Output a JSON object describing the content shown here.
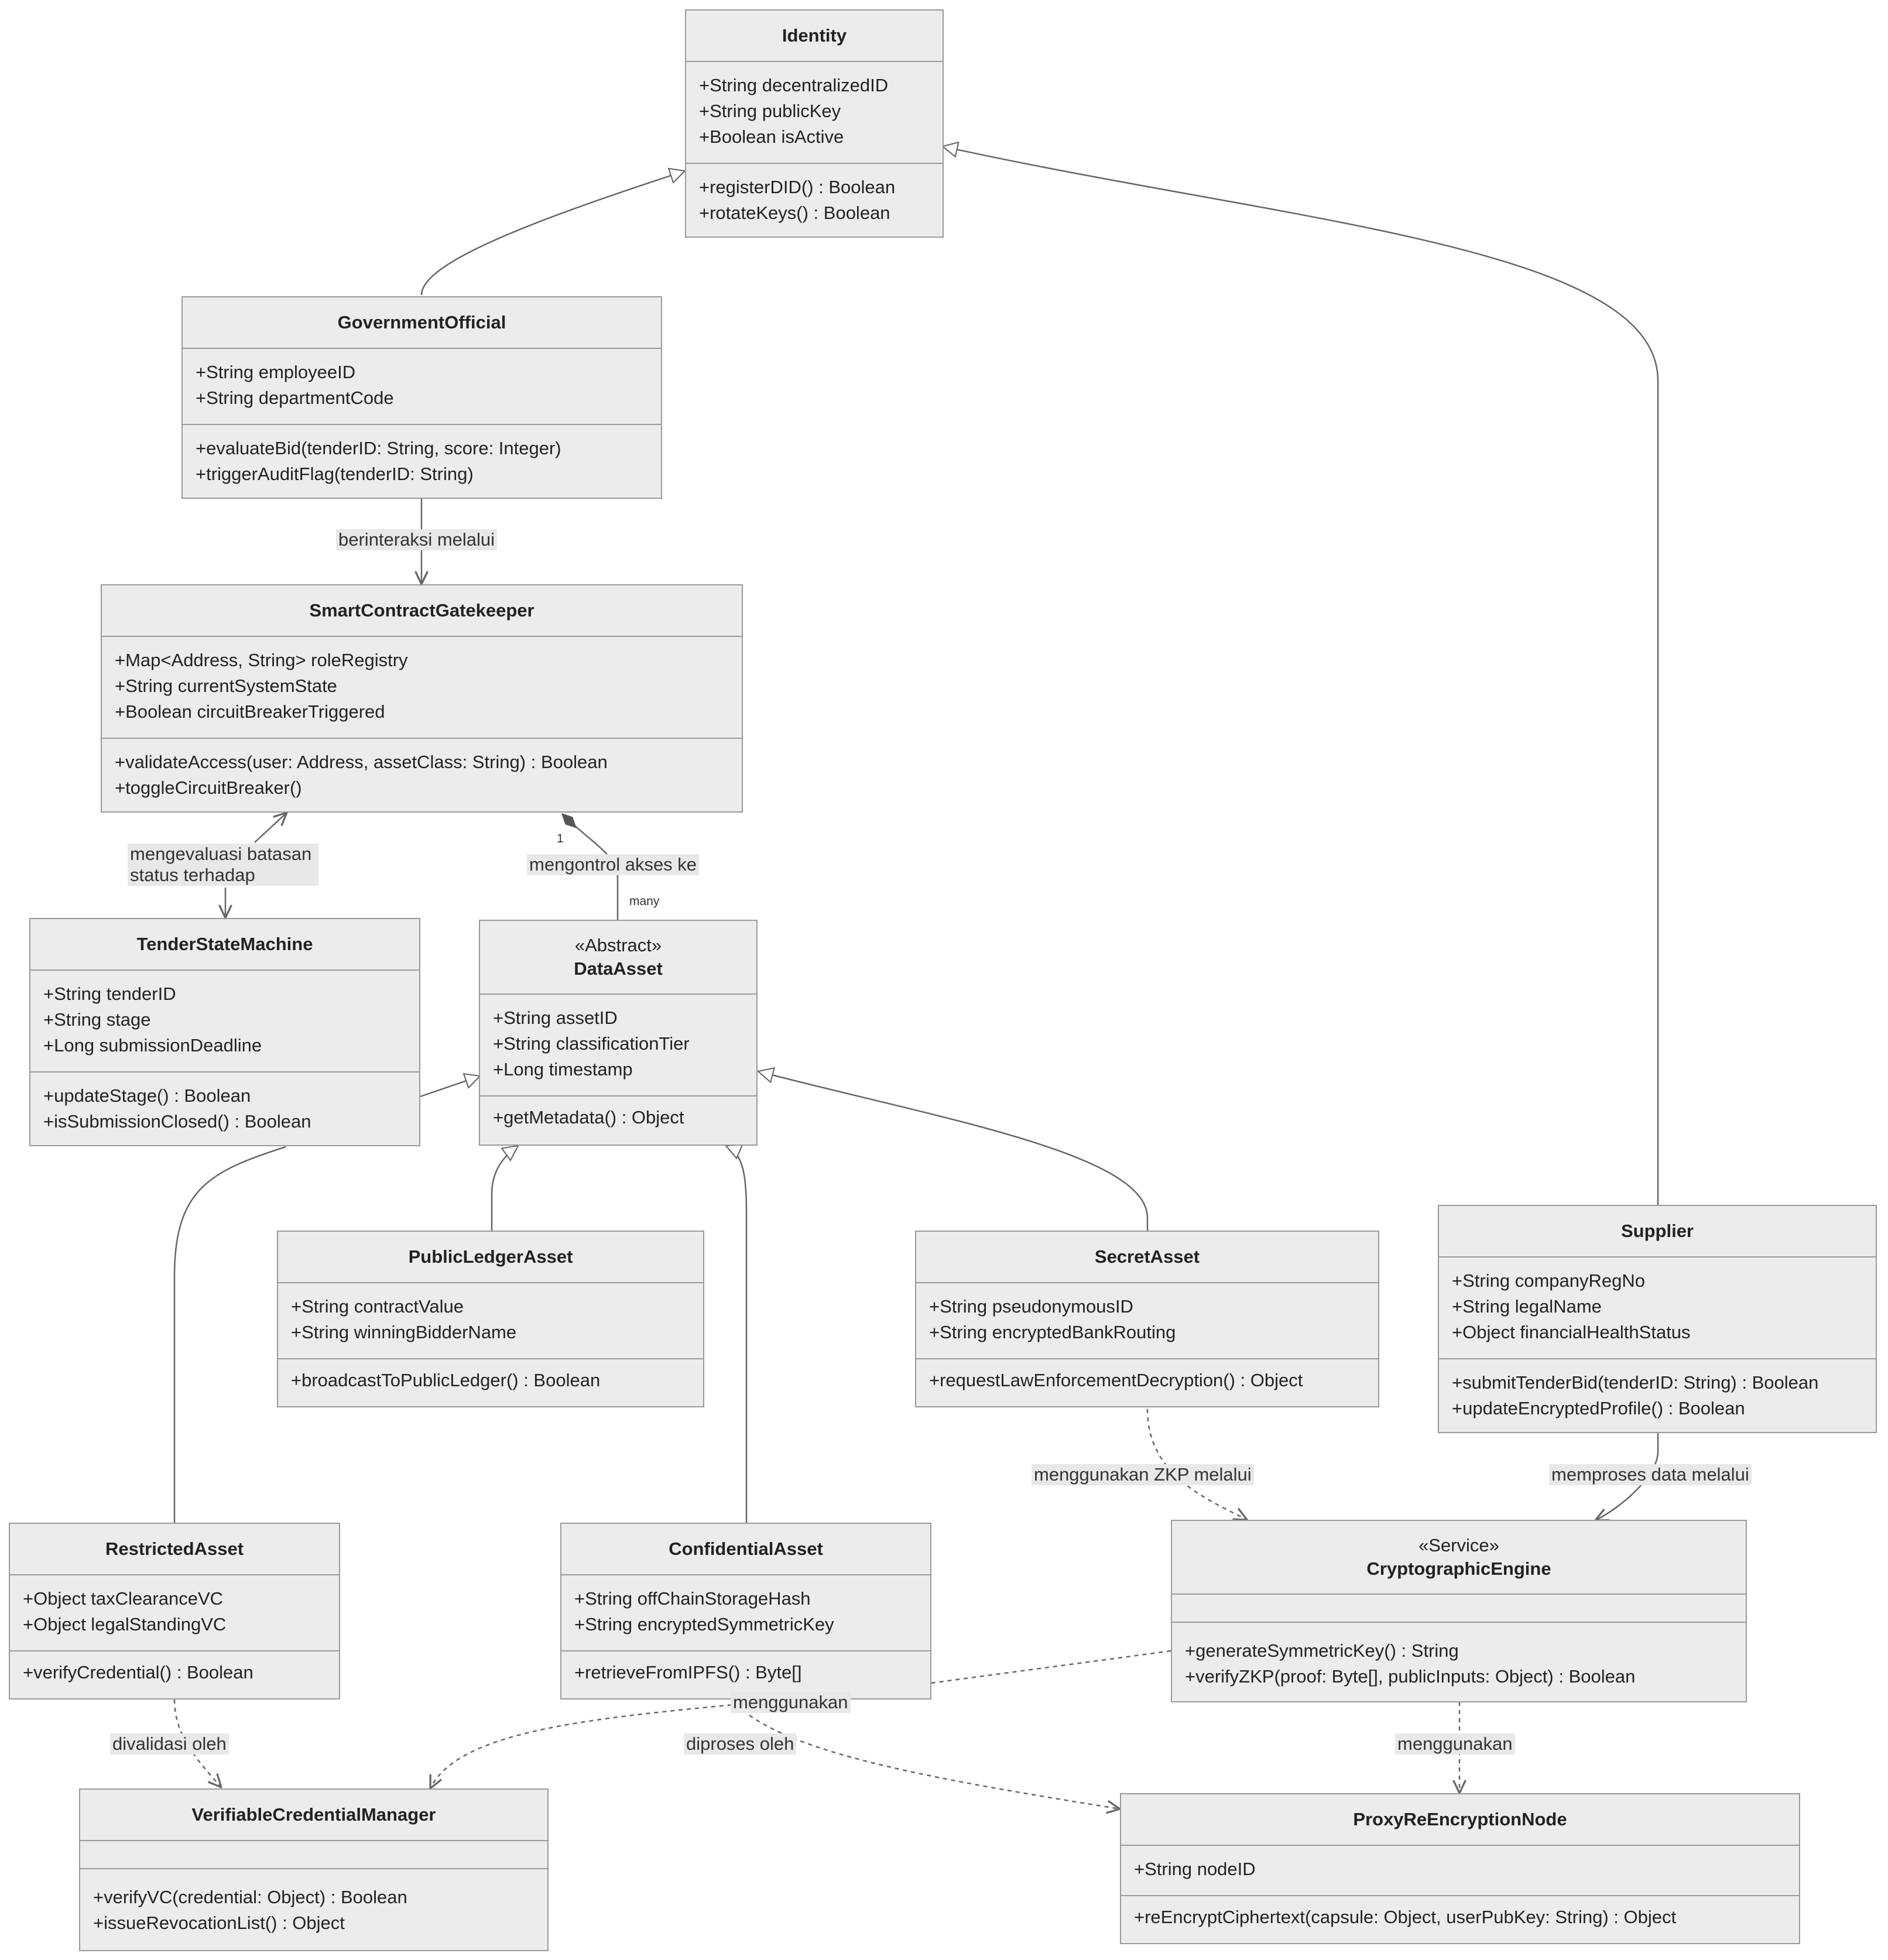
{
  "classes": {
    "identity": {
      "name": "Identity",
      "attributes": [
        "+String decentralizedID",
        "+String publicKey",
        "+Boolean isActive"
      ],
      "methods": [
        "+registerDID() : Boolean",
        "+rotateKeys() : Boolean"
      ]
    },
    "government_official": {
      "name": "GovernmentOfficial",
      "attributes": [
        "+String employeeID",
        "+String departmentCode"
      ],
      "methods": [
        "+evaluateBid(tenderID: String, score: Integer)",
        "+triggerAuditFlag(tenderID: String)"
      ]
    },
    "smart_contract_gatekeeper": {
      "name": "SmartContractGatekeeper",
      "attributes": [
        "+Map<Address, String> roleRegistry",
        "+String currentSystemState",
        "+Boolean circuitBreakerTriggered"
      ],
      "methods": [
        "+validateAccess(user: Address, assetClass: String) : Boolean",
        "+toggleCircuitBreaker()"
      ]
    },
    "tender_state_machine": {
      "name": "TenderStateMachine",
      "attributes": [
        "+String tenderID",
        "+String stage",
        "+Long submissionDeadline"
      ],
      "methods": [
        "+updateStage() : Boolean",
        "+isSubmissionClosed() : Boolean"
      ]
    },
    "data_asset": {
      "stereotype": "«Abstract»",
      "name": "DataAsset",
      "attributes": [
        "+String assetID",
        "+String classificationTier",
        "+Long timestamp"
      ],
      "methods": [
        "+getMetadata() : Object"
      ]
    },
    "public_ledger_asset": {
      "name": "PublicLedgerAsset",
      "attributes": [
        "+String contractValue",
        "+String winningBidderName"
      ],
      "methods": [
        "+broadcastToPublicLedger() : Boolean"
      ]
    },
    "secret_asset": {
      "name": "SecretAsset",
      "attributes": [
        "+String pseudonymousID",
        "+String encryptedBankRouting"
      ],
      "methods": [
        "+requestLawEnforcementDecryption() : Object"
      ]
    },
    "supplier": {
      "name": "Supplier",
      "attributes": [
        "+String companyRegNo",
        "+String legalName",
        "+Object financialHealthStatus"
      ],
      "methods": [
        "+submitTenderBid(tenderID: String) : Boolean",
        "+updateEncryptedProfile() : Boolean"
      ]
    },
    "restricted_asset": {
      "name": "RestrictedAsset",
      "attributes": [
        "+Object taxClearanceVC",
        "+Object legalStandingVC"
      ],
      "methods": [
        "+verifyCredential() : Boolean"
      ]
    },
    "confidential_asset": {
      "name": "ConfidentialAsset",
      "attributes": [
        "+String offChainStorageHash",
        "+String encryptedSymmetricKey"
      ],
      "methods": [
        "+retrieveFromIPFS() : Byte[]"
      ]
    },
    "cryptographic_engine": {
      "stereotype": "«Service»",
      "name": "CryptographicEngine",
      "attributes": [],
      "methods": [
        "+generateSymmetricKey() : String",
        "+verifyZKP(proof: Byte[], publicInputs: Object) : Boolean"
      ]
    },
    "verifiable_credential_manager": {
      "name": "VerifiableCredentialManager",
      "attributes": [],
      "methods": [
        "+verifyVC(credential: Object) : Boolean",
        "+issueRevocationList() : Object"
      ]
    },
    "proxy_reencryption_node": {
      "name": "ProxyReEncryptionNode",
      "attributes": [
        "+String nodeID"
      ],
      "methods": [
        "+reEncryptCiphertext(capsule: Object, userPubKey: String) : Object"
      ]
    }
  },
  "relations": {
    "berinteraksi": "berinteraksi melalui",
    "mengevaluasi_1": "mengevaluasi batasan",
    "mengevaluasi_2": "status terhadap",
    "mengontrol": "mengontrol akses ke",
    "mengontrol_mult_source": "1",
    "mengontrol_mult_target": "many",
    "zkp": "menggunakan ZKP melalui",
    "memproses": "memproses data melalui",
    "divalidasi": "divalidasi oleh",
    "menggunakan_vc": "menggunakan",
    "diproses": "diproses oleh",
    "menggunakan_pre": "menggunakan"
  },
  "colors": {
    "box_fill": "#ececec",
    "box_border": "#9a9a9a",
    "edge": "#666666",
    "label_bg": "#e8e8e8"
  }
}
